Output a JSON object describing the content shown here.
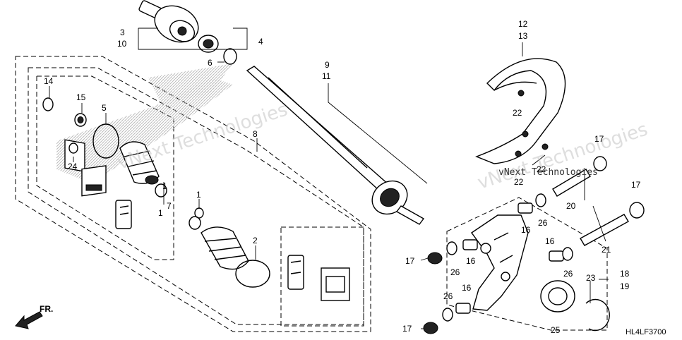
{
  "diagram_code": "HL4LF3700",
  "direction_label": "FR.",
  "watermarks": [
    "vNext Technologies",
    "vNext Technologies",
    "vNext Technologies"
  ],
  "callouts": {
    "c1a": "1",
    "c1b": "1",
    "c1c": "1",
    "c2": "2",
    "c3": "3",
    "c4": "4",
    "c5": "5",
    "c6": "6",
    "c7": "7",
    "c8": "8",
    "c9": "9",
    "c10": "10",
    "c11": "11",
    "c12": "12",
    "c13": "13",
    "c14": "14",
    "c15": "15",
    "c16a": "16",
    "c16b": "16",
    "c16c": "16",
    "c16d": "16",
    "c17a": "17",
    "c17b": "17",
    "c17c": "17",
    "c17d": "17",
    "c18": "18",
    "c19": "19",
    "c20": "20",
    "c21": "21",
    "c22a": "22",
    "c22b": "22",
    "c22c": "22",
    "c23": "23",
    "c24": "24",
    "c25": "25",
    "c26a": "26",
    "c26b": "26",
    "c26c": "26",
    "c26d": "26"
  }
}
